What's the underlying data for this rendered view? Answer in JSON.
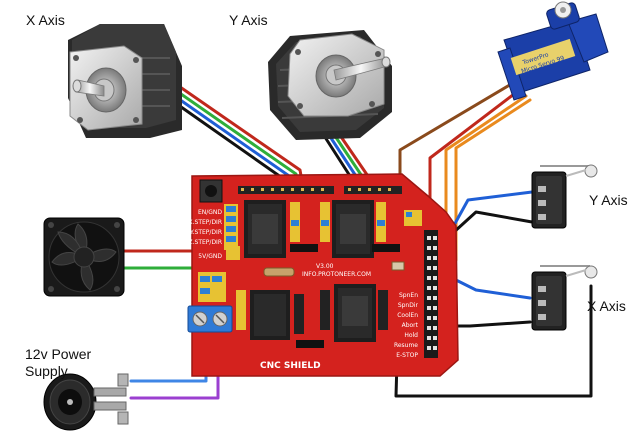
{
  "labels": {
    "x_axis_motor": "X Axis",
    "y_axis_motor": "Y Axis",
    "y_axis_switch": "Y Axis",
    "x_axis_switch": "X Axis",
    "power_supply": "12v Power\nSupply"
  },
  "board": {
    "name": "CNC SHIELD",
    "url": "INFO.PROTONEER.COM",
    "version": "V3.00",
    "pin_labels_left": [
      "EN/GND",
      "X.STEP/DIR",
      "Y.STEP/DIR",
      "Z.STEP/DIR",
      "5V/GND"
    ],
    "pin_labels_right": [
      "SpnEn",
      "SpnDir",
      "CoolEn",
      "Abort",
      "Hold",
      "Resume",
      "E-STOP"
    ]
  },
  "servo": {
    "brand": "TowerPro",
    "model": "Micro Servo 99"
  },
  "colors": {
    "board": "#d4221e",
    "wire_red": "#c0281c",
    "wire_green": "#2fae3a",
    "wire_blue": "#1f5fd6",
    "wire_black": "#111111",
    "wire_orange": "#e98a1e",
    "wire_brown": "#8a4a1c",
    "wire_power_pos": "#3f86e6",
    "wire_power_neg": "#9b3fd0",
    "motor_body": "#2a2a2a",
    "motor_plate": "#d9d9d9",
    "servo_blue": "#1b3fa8"
  },
  "icons": {
    "stepper_motor": "stepper-motor-icon",
    "fan": "cooling-fan-icon",
    "servo": "servo-icon",
    "limit_switch": "limit-switch-icon",
    "dc_jack": "dc-jack-icon",
    "terminal_block": "terminal-block-icon"
  }
}
